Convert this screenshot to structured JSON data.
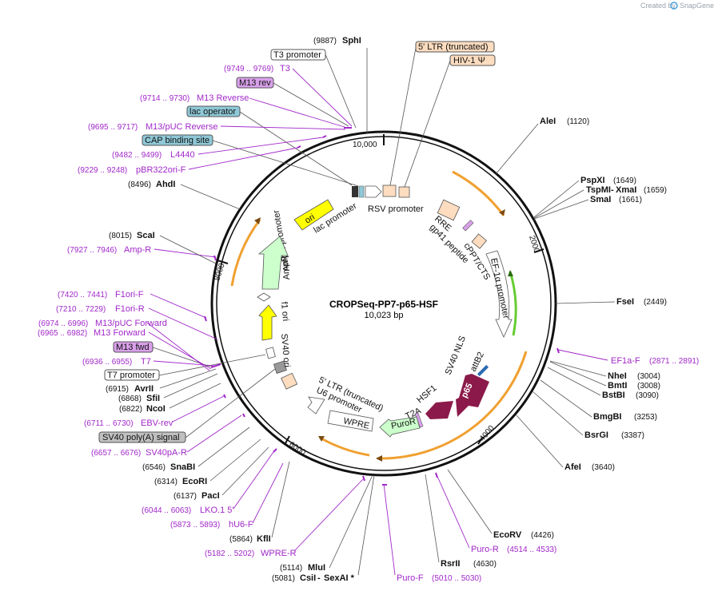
{
  "brand": {
    "prefix": "Created by",
    "name": "SnapGene"
  },
  "map": {
    "name": "CROPSeq-PP7-p65-HSF",
    "size": "10,023 bp"
  },
  "ticks": [
    "10,000",
    "2000",
    "4000",
    "6000",
    "8000"
  ],
  "sites": [
    {
      "id": "sphi",
      "name": "SphI",
      "pos": "(9887)"
    },
    {
      "id": "alei",
      "name": "AleI",
      "pos": "(1120)"
    },
    {
      "id": "pspxi",
      "name": "PspXI",
      "pos": "(1649)"
    },
    {
      "id": "tspmi",
      "name": "TspMI",
      "pos": ""
    },
    {
      "id": "xmai",
      "name": "XmaI",
      "pos": "(1659)"
    },
    {
      "id": "smai",
      "name": "SmaI",
      "pos": "(1661)"
    },
    {
      "id": "fsei",
      "name": "FseI",
      "pos": "(2449)"
    },
    {
      "id": "nhei",
      "name": "NheI",
      "pos": "(3004)"
    },
    {
      "id": "bmti",
      "name": "BmtI",
      "pos": "(3008)"
    },
    {
      "id": "bstbi",
      "name": "BstBI",
      "pos": "(3090)"
    },
    {
      "id": "bmgbi",
      "name": "BmgBI",
      "pos": "(3253)"
    },
    {
      "id": "bsrgi",
      "name": "BsrGI",
      "pos": "(3387)"
    },
    {
      "id": "afei",
      "name": "AfeI",
      "pos": "(3640)"
    },
    {
      "id": "ecorv",
      "name": "EcoRV",
      "pos": "(4426)"
    },
    {
      "id": "rsrii",
      "name": "RsrII",
      "pos": "(4630)"
    },
    {
      "id": "mlui",
      "name": "MluI",
      "pos": "(5114)"
    },
    {
      "id": "csii",
      "name": "CsiI",
      "pos": "(5081)"
    },
    {
      "id": "sexai",
      "name": "SexAI *",
      "pos": ""
    },
    {
      "id": "kfli",
      "name": "KflI",
      "pos": "(5864)"
    },
    {
      "id": "paci",
      "name": "PacI",
      "pos": "(6137)"
    },
    {
      "id": "ecori",
      "name": "EcoRI",
      "pos": "(6314)"
    },
    {
      "id": "snabi",
      "name": "SnaBI",
      "pos": "(6546)"
    },
    {
      "id": "ncoi",
      "name": "NcoI",
      "pos": "(6822)"
    },
    {
      "id": "sfii",
      "name": "SfiI",
      "pos": "(6868)"
    },
    {
      "id": "avrii",
      "name": "AvrII",
      "pos": "(6915)"
    },
    {
      "id": "scai",
      "name": "ScaI",
      "pos": "(8015)"
    },
    {
      "id": "ahdi",
      "name": "AhdI",
      "pos": "(8496)"
    }
  ],
  "primers": [
    {
      "id": "t3",
      "name": "T3",
      "pos": "(9749 .. 9769)"
    },
    {
      "id": "m13rev",
      "name": "M13 Reverse",
      "pos": "(9714 .. 9730)"
    },
    {
      "id": "m13puc",
      "name": "M13/pUC Reverse",
      "pos": "(9695 .. 9717)"
    },
    {
      "id": "l4440",
      "name": "L4440",
      "pos": "(9482 .. 9499)"
    },
    {
      "id": "pbr322",
      "name": "pBR322ori-F",
      "pos": "(9229 .. 9248)"
    },
    {
      "id": "ampr",
      "name": "Amp-R",
      "pos": "(7927 .. 7946)"
    },
    {
      "id": "f1orif",
      "name": "F1ori-F",
      "pos": "(7420 .. 7441)"
    },
    {
      "id": "f1orir",
      "name": "F1ori-R",
      "pos": "(7210 .. 7229)"
    },
    {
      "id": "m13pucf",
      "name": "M13/pUC Forward",
      "pos": "(6974 .. 6996)"
    },
    {
      "id": "m13f",
      "name": "M13 Forward",
      "pos": "(6965 .. 6982)"
    },
    {
      "id": "t7",
      "name": "T7",
      "pos": "(6936 .. 6955)"
    },
    {
      "id": "ebvrev",
      "name": "EBV-rev",
      "pos": "(6711 .. 6730)"
    },
    {
      "id": "sv40pa",
      "name": "SV40pA-R",
      "pos": "(6657 .. 6676)"
    },
    {
      "id": "lko",
      "name": "LKO.1 5'",
      "pos": "(6044 .. 6063)"
    },
    {
      "id": "hu6f",
      "name": "hU6-F",
      "pos": "(5873 .. 5893)"
    },
    {
      "id": "wprer",
      "name": "WPRE-R",
      "pos": "(5182 .. 5202)"
    },
    {
      "id": "purof",
      "name": "Puro-F",
      "pos": "(5010 .. 5030)"
    },
    {
      "id": "puror",
      "name": "Puro-R",
      "pos": "(4514 .. 4533)"
    },
    {
      "id": "ef1af",
      "name": "EF1a-F",
      "pos": "(2871 .. 2891)"
    }
  ],
  "boxes": {
    "t3promoter": "T3 promoter",
    "m13revbox": "M13 rev",
    "lacop": "lac operator",
    "cap": "CAP binding site",
    "ltr5": "5' LTR (truncated)",
    "hiv": "HIV-1 Ψ",
    "m13fwd": "M13 fwd",
    "t7promoter": "T7 promoter",
    "sv40polya": "SV40 poly(A) signal"
  },
  "features": {
    "ori": "ori",
    "lacpromoter": "lac promoter",
    "rsvpromoter": "RSV promoter",
    "rre": "RRE",
    "gp41": "gp41 peptide",
    "cppt": "cPPT/CTS",
    "ef1a": "EF-1α promoter",
    "sv40nls": "SV40 NLS",
    "attb2": "attB2",
    "p65": "p65",
    "hsf1": "HSF1",
    "t2a": "T2A",
    "puror": "PuroR",
    "wpre": "WPRE",
    "u6": "U6 promoter",
    "ltr5in": "5' LTR (truncated)",
    "sv40ori": "SV40 ori",
    "f1ori": "f1 ori",
    "amppromoter": "AmpR promoter",
    "ampr": "AmpR"
  },
  "colors": {
    "primer": "#a128c9",
    "ori": "#ffff00",
    "ampr": "#ccffcc",
    "p65": "#8b1a4a",
    "puror": "#ccffcc",
    "peach": "#fddcbf",
    "blueBox": "#8fc8d6",
    "pinkBox": "#d9a0ea",
    "grayBox": "#c0c0c0",
    "orange": "#f0a030"
  }
}
